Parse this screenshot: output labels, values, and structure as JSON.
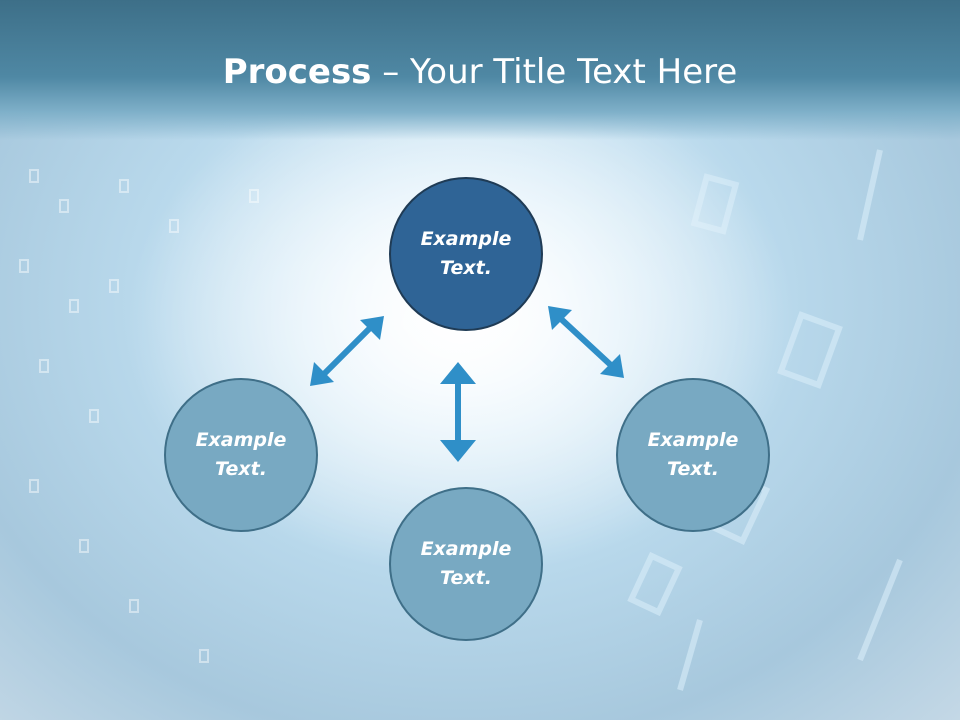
{
  "title": {
    "bold": "Process",
    "rest": " – Your Title Text Here"
  },
  "nodes": {
    "top": {
      "line1": "Example",
      "line2": "Text."
    },
    "left": {
      "line1": "Example",
      "line2": "Text."
    },
    "right": {
      "line1": "Example",
      "line2": "Text."
    },
    "bottom": {
      "line1": "Example",
      "line2": "Text."
    }
  },
  "colors": {
    "arrow": "#2f8fc8",
    "top_node": "#2f6496",
    "other_nodes": "#78a9c2",
    "title_bar": "#4f88a4"
  }
}
